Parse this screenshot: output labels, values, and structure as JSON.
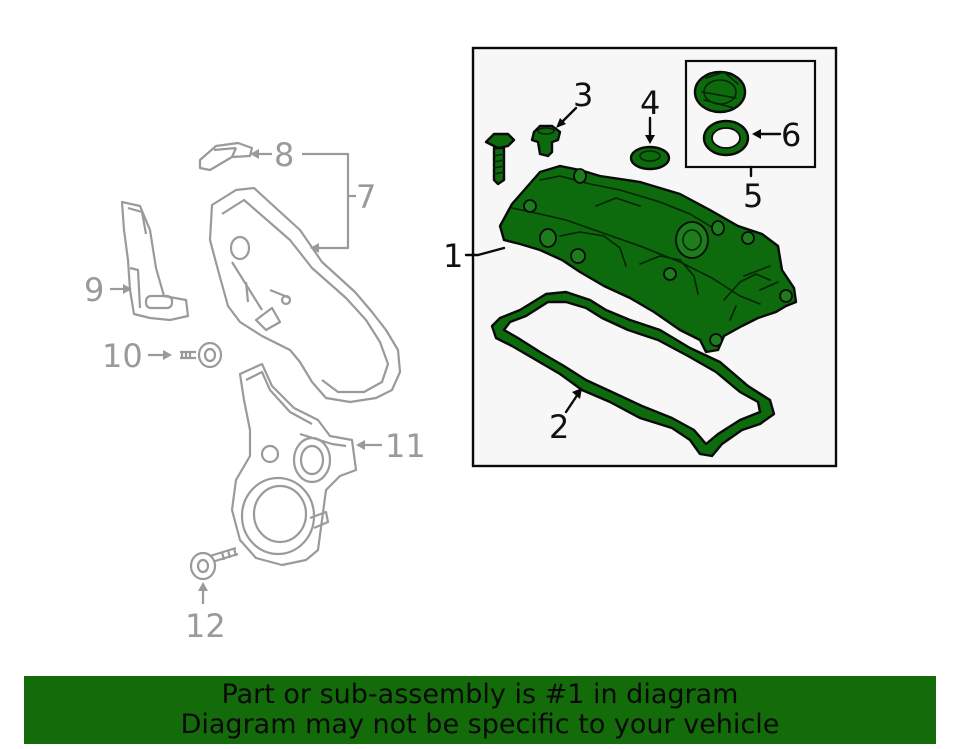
{
  "callouts": {
    "c1": "1",
    "c2": "2",
    "c3": "3",
    "c4": "4",
    "c5": "5",
    "c6": "6",
    "c7": "7",
    "c8": "8",
    "c9": "9",
    "c10": "10",
    "c11": "11",
    "c12": "12"
  },
  "banner": {
    "line1": "Part or sub-assembly is #1 in diagram",
    "line2": "Diagram may not be specific to your vehicle"
  },
  "colors": {
    "highlight_green": "#0d6a0d",
    "banner_green": "#146b0a",
    "unhighlighted_gray": "#9a9a9a",
    "inset_background": "#f7f7f7"
  }
}
